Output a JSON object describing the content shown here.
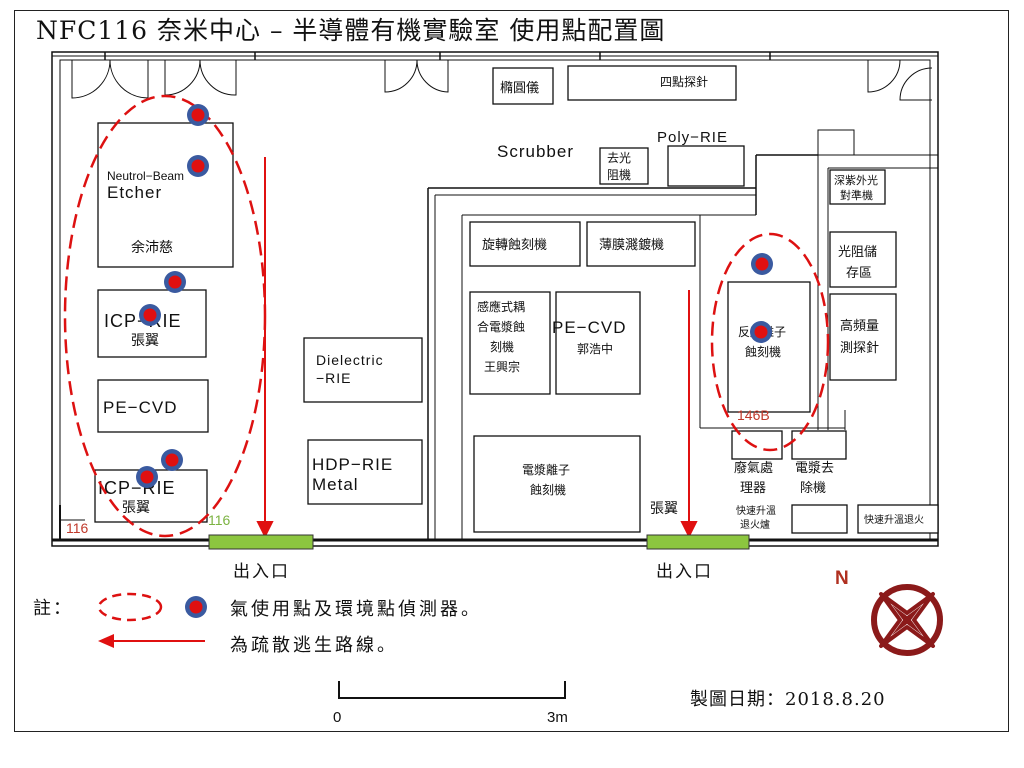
{
  "title": "NFC116 奈米中心 – 半導體有機實驗室 使用點配置圖",
  "rooms": {
    "r116_left": "116",
    "r116_green": "116",
    "r146b": "146B"
  },
  "equipment": {
    "ellipsometer": "橢圓儀",
    "four_point_probe": "四點探針",
    "scrubber": "Scrubber",
    "photoresist_remover_l1": "去光",
    "photoresist_remover_l2": "阻機",
    "poly_rie": "Poly−RIE",
    "mask_aligner_l1": "深紫外光",
    "mask_aligner_l2": "對準機",
    "neutral_beam_l1": "Neutrol−Beam",
    "neutral_beam_l2": "Etcher",
    "neutral_beam_owner": "余沛慈",
    "spin_etcher": "旋轉蝕刻機",
    "film_deposition": "薄膜濺鍍機",
    "pr_storage_l1": "光阻儲",
    "pr_storage_l2": "存區",
    "icp_rie_1": "ICP−RIE",
    "icp_rie_1_owner": "張翼",
    "icp_etcher_l1": "感應式耦",
    "icp_etcher_l2": "合電漿蝕",
    "icp_etcher_l3": "刻機",
    "icp_etcher_owner": "王興宗",
    "pecvd_mid": "PE−CVD",
    "pecvd_mid_owner": "郭浩中",
    "reactive_ion_l1": "反應離子",
    "reactive_ion_l2": "蝕刻機",
    "hf_probe_l1": "高頻量",
    "hf_probe_l2": "測探針",
    "dielectric_rie_l1": "Dielectric",
    "dielectric_rie_l2": "−RIE",
    "pecvd_left": "PE−CVD",
    "hdp_rie_l1": "HDP−RIE",
    "hdp_rie_l2": "Metal",
    "plasma_etcher_l1": "電漿離子",
    "plasma_etcher_l2": "蝕刻機",
    "waste_treatment_l1": "廢氣處",
    "waste_treatment_l2": "理器",
    "plasma_remover_l1": "電漿去",
    "plasma_remover_l2": "除機",
    "icp_rie_2": "ICP−RIE",
    "icp_rie_2_owner": "張翼",
    "owner_zhang": "張翼",
    "rapid_furnace_l1": "快速升溫",
    "rapid_furnace_l2": "退火爐",
    "rapid_furnace_2": "快速升溫退火"
  },
  "exits": {
    "left": "出入口",
    "right": "出入口"
  },
  "north_label": "N",
  "legend": {
    "prefix": "註：",
    "detector_text": "氣使用點及環境點偵測器。",
    "evac_text": "為疏散逃生路線。"
  },
  "scale": {
    "start": "0",
    "end": "3m"
  },
  "date_label": "製圖日期：2018.8.20",
  "colors": {
    "detector_fill": "#e01010",
    "detector_ring": "#3a5aa0",
    "zone_dash": "#dd1111",
    "evac_arrow": "#e01010",
    "exit_green": "#8cc63f",
    "north_symbol": "#8b1a1a",
    "room_label": "#c0392b"
  }
}
